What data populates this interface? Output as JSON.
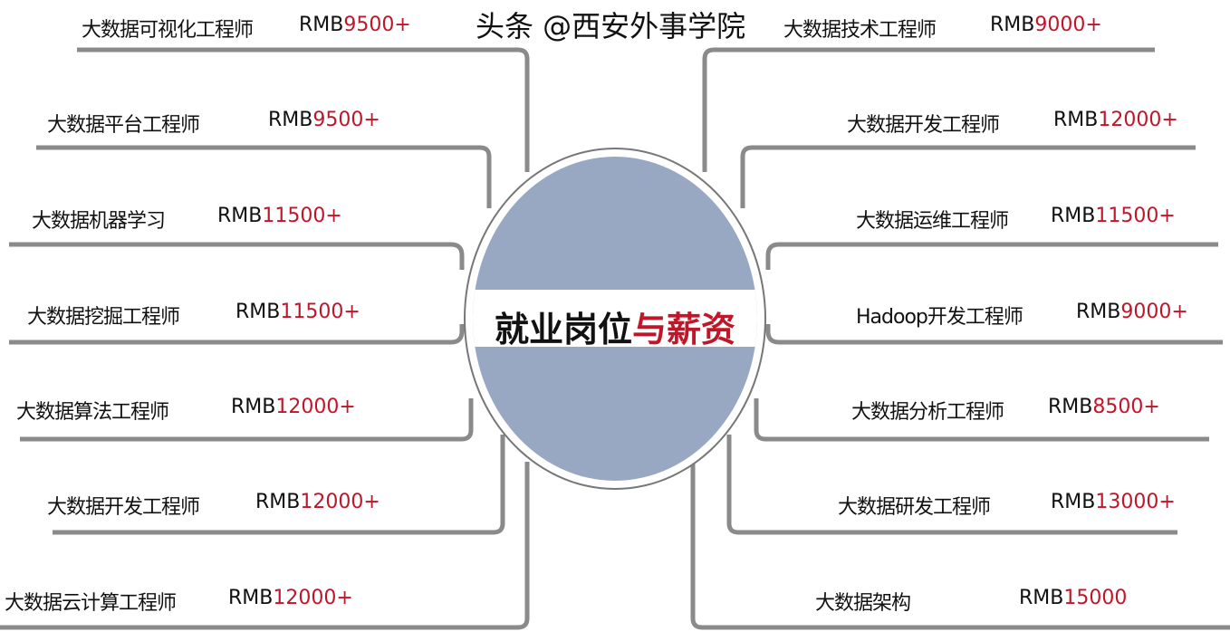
{
  "center": {
    "title_black": "就业岗位",
    "title_red": "与薪资"
  },
  "left": [
    {
      "label": "大数据可视化工程师",
      "prefix": "RMB",
      "amount": "9500+"
    },
    {
      "label": "大数据平台工程师",
      "prefix": "RMB",
      "amount": "9500+"
    },
    {
      "label": "大数据机器学习",
      "prefix": "RMB",
      "amount": "11500+"
    },
    {
      "label": "大数据挖掘工程师",
      "prefix": "RMB",
      "amount": "11500+"
    },
    {
      "label": "大数据算法工程师",
      "prefix": "RMB",
      "amount": "12000+"
    },
    {
      "label": "大数据开发工程师",
      "prefix": "RMB",
      "amount": "12000+"
    },
    {
      "label": "大数据云计算工程师",
      "prefix": "RMB",
      "amount": "12000+"
    }
  ],
  "right": [
    {
      "label": "大数据技术工程师",
      "prefix": "RMB",
      "amount": "9000+"
    },
    {
      "label": "大数据开发工程师",
      "prefix": "RMB",
      "amount": "12000+"
    },
    {
      "label": "大数据运维工程师",
      "prefix": "RMB",
      "amount": "11500+"
    },
    {
      "label": "Hadoop开发工程师",
      "prefix": "RMB",
      "amount": "9000+"
    },
    {
      "label": "大数据分析工程师",
      "prefix": "RMB",
      "amount": "8500+"
    },
    {
      "label": "大数据研发工程师",
      "prefix": "RMB",
      "amount": "13000+"
    },
    {
      "label": "大数据架构",
      "prefix": "RMB",
      "amount": "15000"
    }
  ],
  "watermark": "头条 @西安外事学院",
  "colors": {
    "accent": "#c0162a",
    "circle": "#99a8c2",
    "line": "#8a8a8a"
  }
}
